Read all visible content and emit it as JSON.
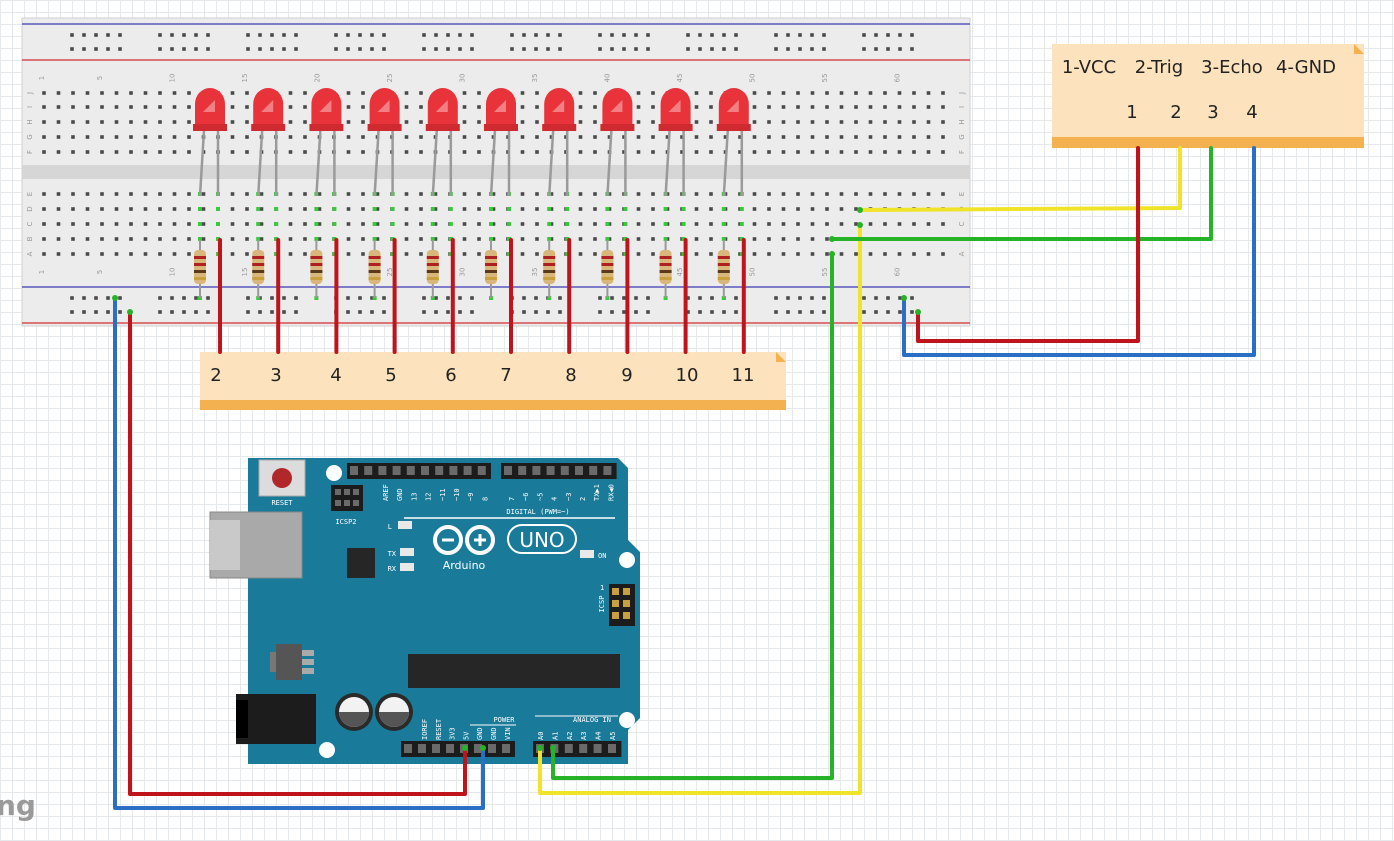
{
  "sensor_note": {
    "header": [
      "1-VCC",
      "2-Trig",
      "3-Echo",
      "4-GND"
    ],
    "numbers": [
      "1",
      "2",
      "3",
      "4"
    ]
  },
  "pins_note": {
    "labels": [
      "2",
      "3",
      "4",
      "5",
      "6",
      "7",
      "8",
      "9",
      "10",
      "11"
    ]
  },
  "breadboard": {
    "column_numbers": [
      "1",
      "5",
      "10",
      "15",
      "20",
      "25",
      "30",
      "35",
      "40",
      "45",
      "50",
      "55",
      "60"
    ],
    "row_letters_top": [
      "J",
      "I",
      "H",
      "G",
      "F"
    ],
    "row_letters_bottom": [
      "E",
      "D",
      "C",
      "B",
      "A"
    ]
  },
  "arduino": {
    "reset_label": "RESET",
    "icsp2_label": "ICSP2",
    "icsp_label": "ICSP",
    "digital_label": "DIGITAL (PWM=~)",
    "brand": "Arduino",
    "model": "UNO",
    "tx_label": "TX",
    "rx_label": "RX",
    "l_label": "L",
    "on_label": "ON",
    "power_label": "POWER",
    "analog_label": "ANALOG IN",
    "digital_pins_left": [
      "AREF",
      "GND",
      "13",
      "12",
      "~11",
      "~10",
      "~9",
      "8"
    ],
    "digital_pins_right": [
      "7",
      "~6",
      "~5",
      "4",
      "~3",
      "2",
      "TX▶1",
      "RX◀0"
    ],
    "power_pins": [
      "IOREF",
      "RESET",
      "3V3",
      "5V",
      "GND",
      "GND",
      "VIN"
    ],
    "analog_pins": [
      "A0",
      "A1",
      "A2",
      "A3",
      "A4",
      "A5"
    ],
    "icsp_pin1": "1"
  },
  "watermark": "ng",
  "colors": {
    "wire_red": "#c0141c",
    "wire_blue": "#2b6fc4",
    "wire_green": "#27b327",
    "wire_yellow": "#f0e42a",
    "led_red": "#e8333a",
    "arduino_teal": "#1a7a9a",
    "note_fill": "#fde3bd",
    "note_band": "#f3b24f"
  }
}
